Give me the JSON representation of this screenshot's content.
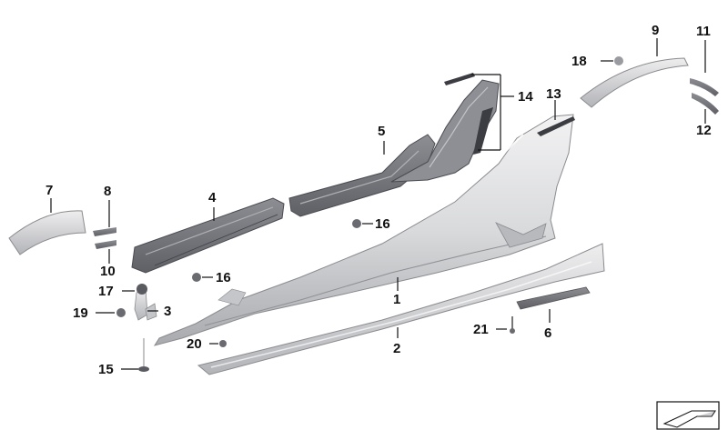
{
  "labels": {
    "p1": "1",
    "p2": "2",
    "p3": "3",
    "p4": "4",
    "p5": "5",
    "p6": "6",
    "p7": "7",
    "p8": "8",
    "p9": "9",
    "p10": "10",
    "p11": "11",
    "p12": "12",
    "p13": "13",
    "p14": "14",
    "p15": "15",
    "p16a": "16",
    "p16b": "16",
    "p17": "17",
    "p18": "18",
    "p19": "19",
    "p20": "20",
    "p21": "21"
  },
  "colors": {
    "panel_light": "#e8e8ea",
    "panel_mid": "#cfd0d3",
    "panel_dark": "#9a9ba0",
    "part_dark": "#6f7075",
    "line": "#111111"
  },
  "icons": {
    "catalog_corner": "catalog-corner-icon"
  }
}
